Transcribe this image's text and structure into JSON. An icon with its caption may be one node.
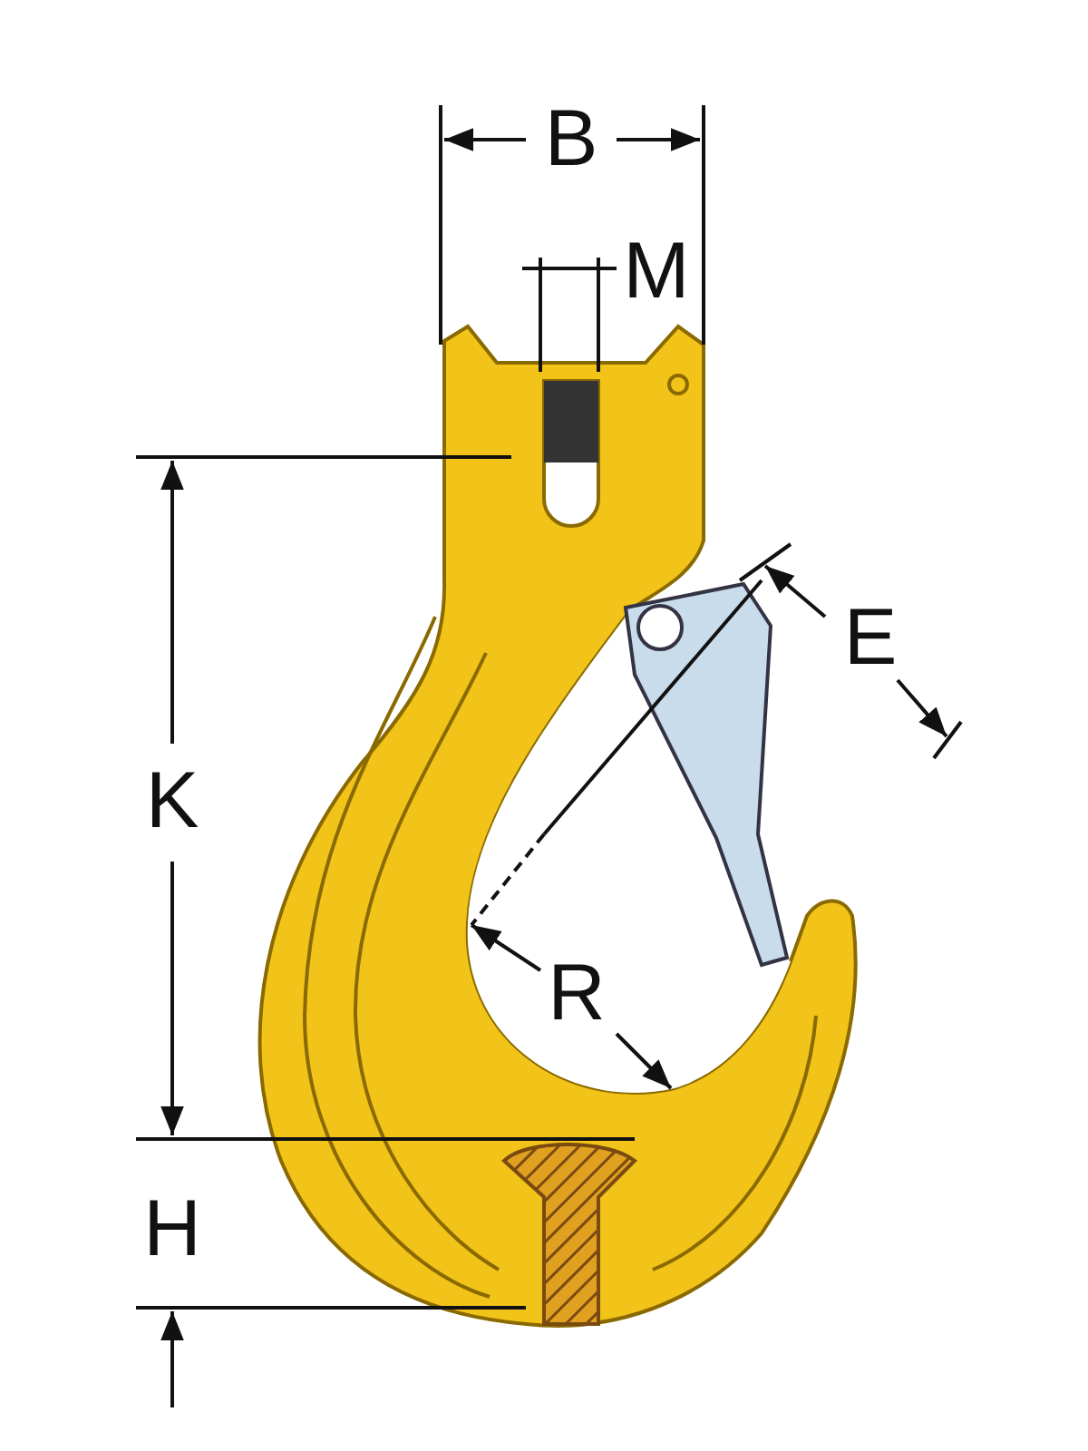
{
  "diagram": {
    "labels": [
      "B",
      "M",
      "K",
      "E",
      "R",
      "H"
    ]
  }
}
